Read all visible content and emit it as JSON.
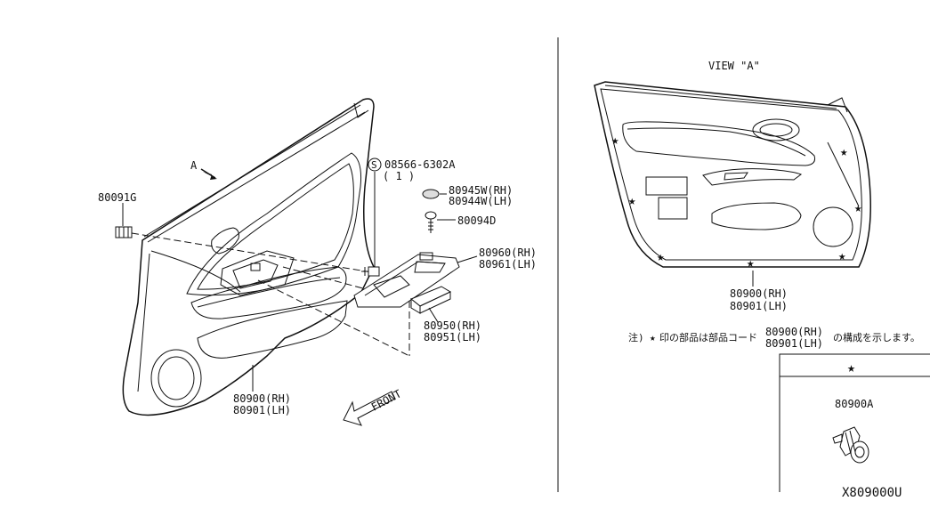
{
  "labels": {
    "view_a": "VIEW \"A\"",
    "arrow_a": "A",
    "p80091g": "80091G",
    "screw_symbol": "S",
    "screw_code": "08566-6302A",
    "screw_qty": "( 1 )",
    "p80945w": "80945W(RH)",
    "p80944w": "80944W(LH)",
    "p80094d": "80094D",
    "p80960": "80960(RH)",
    "p80961": "80961(LH)",
    "p80950": "80950(RH)",
    "p80951": "80951(LH)",
    "main_rh": "80900(RH)",
    "main_lh": "80901(LH)",
    "view_rh": "80900(RH)",
    "view_lh": "80901(LH)",
    "front": "FRONT",
    "note_prefix": "注)",
    "note_text": "印の部品は部品コード",
    "note_rh": "80900(RH)",
    "note_lh": "80901(LH)",
    "note_suffix": "の構成を示します。",
    "legend_star": "★",
    "p80900a": "80900A",
    "diagram_code": "X809000U"
  }
}
